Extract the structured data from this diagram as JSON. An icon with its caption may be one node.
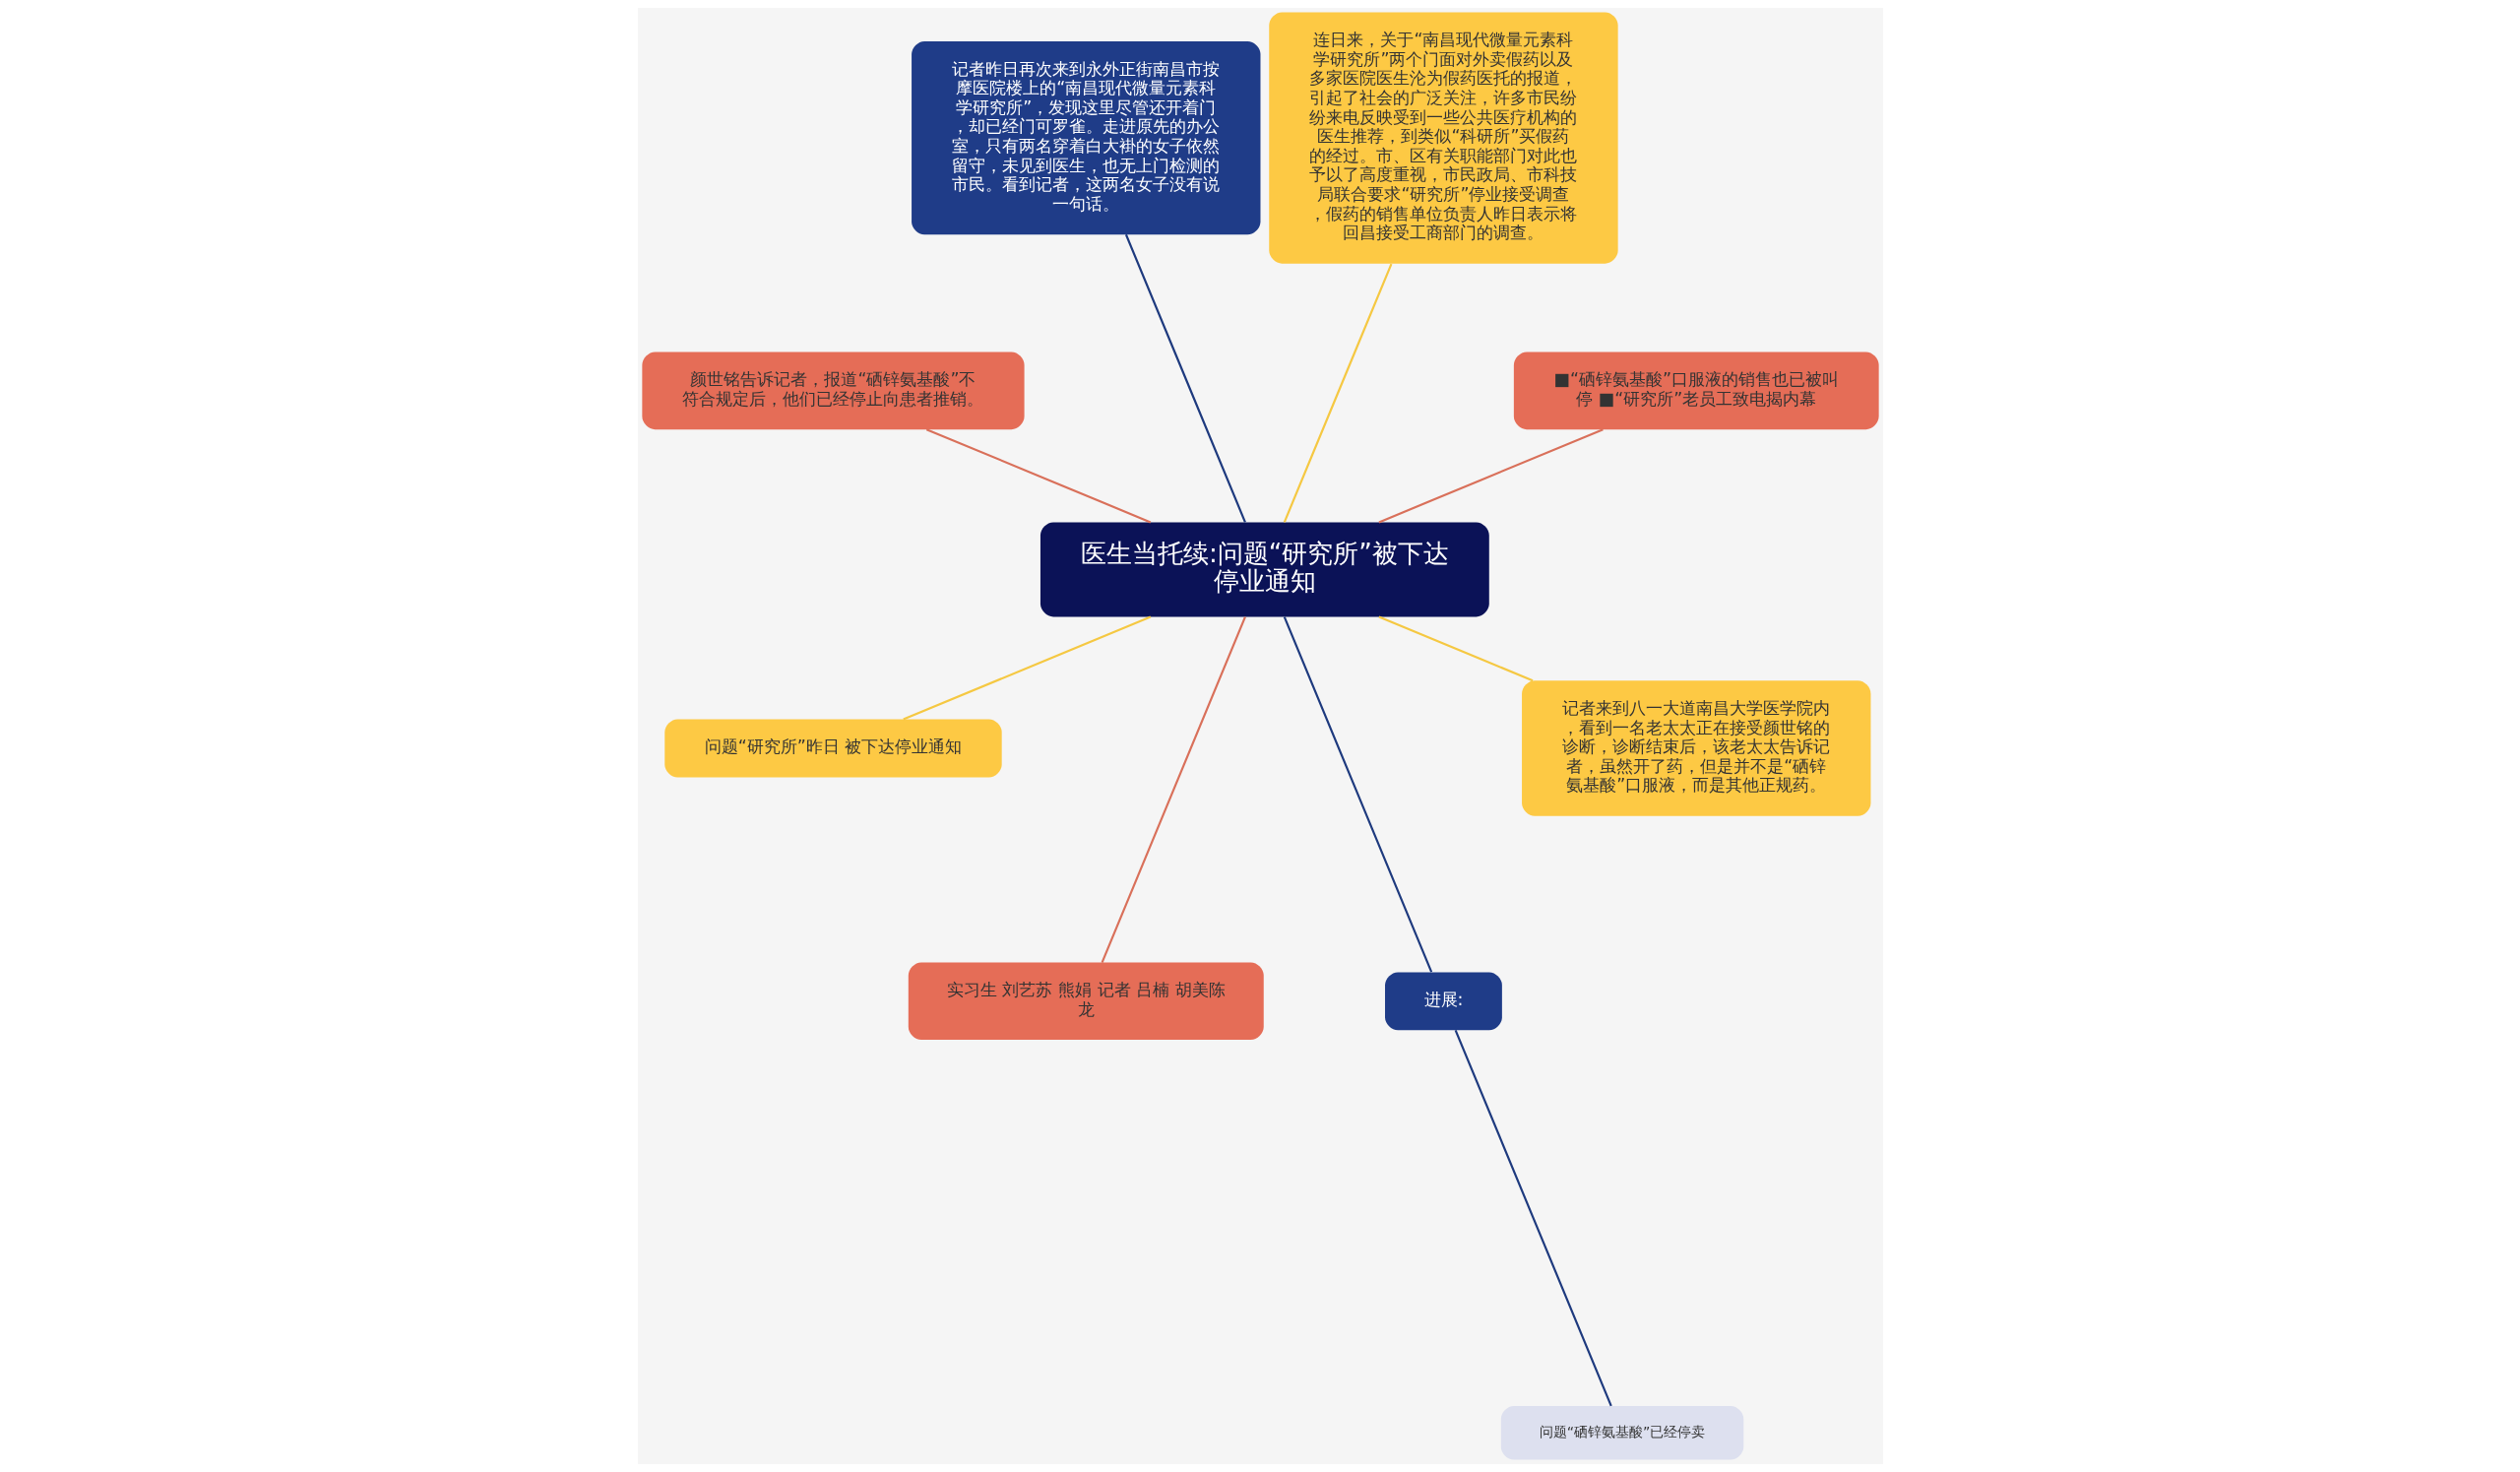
{
  "diagram": {
    "nodes": [
      {
        "text": [
          "医生当托续:问题“研究所”被下达停业通知"
        ]
      },
      {
        "text": [
          "■“硒锌氨基酸”口服液的销售也已被叫停 ■“研究所”老员工致电揭内幕"
        ]
      },
      {
        "text": [
          "连日来，关于“南昌现代微量元素科学研究所”两个门面对外卖假药以及多家医院医生沦为假药医托的报道，引起了社会的广泛关注，许多市民纷纷来电反映受到一些公共医疗机构的医生推荐，到类似“科研所”买假药的经过。市、区有关职能部门对此也予以了高度重视，市民政局、市科技局联合要求“研究所”停业接受调查，假药的销售单位负责人昨日表示将回昌接受工商部门的调查。"
        ]
      },
      {
        "text": [
          "记者昨日再次来到永外正街南昌市按摩医院楼上的“南昌现代微量元素科学研究所”，发现这里尽管还开着门，却已经门可罗雀。走进原先的办公室，只有两名穿着白大褂的女子依然留守，未见到医生，也无上门检测的市民。看到记者，这两名女子没有说一句话。"
        ]
      },
      {
        "text": [
          "颜世铭告诉记者，报道“硒锌氨基酸”不符合规定后，他们已经停止向患者推销。"
        ]
      },
      {
        "text": [
          "问题“研究所”昨日 被下达停业通知"
        ]
      },
      {
        "text": [
          "实习生 刘艺苏 熊娟 记者 吕楠 胡美陈龙"
        ]
      },
      {
        "text": [
          "进展:"
        ]
      },
      {
        "text": [
          "问题“硒锌氨基酸”已经停卖"
        ]
      },
      {
        "text": [
          "记者来到八一大道南昌大学医学院内，看到一名老太太正在接受颜世铭的诊断，诊断结束后，该老太太告诉记者，虽然开了药，但是并不是“硒锌氨基酸”口服液，而是其他正规药。"
        ]
      }
    ],
    "edges": [
      {
        "from": 0,
        "to": 1,
        "arrow": "none",
        "color": "#d9705a"
      },
      {
        "from": 0,
        "to": 2,
        "arrow": "none",
        "color": "#f5c842"
      },
      {
        "from": 0,
        "to": 3,
        "arrow": "none",
        "color": "#1e3a7e"
      },
      {
        "from": 0,
        "to": 4,
        "arrow": "none",
        "color": "#d9705a"
      },
      {
        "from": 0,
        "to": 5,
        "arrow": "none",
        "color": "#f5c842"
      },
      {
        "from": 0,
        "to": 6,
        "arrow": "none",
        "color": "#d9705a"
      },
      {
        "from": 0,
        "to": 7,
        "arrow": "none",
        "color": "#1e3a7e"
      },
      {
        "from": 7,
        "to": 8,
        "arrow": "none",
        "color": "#1e3a7e"
      },
      {
        "from": 0,
        "to": 9,
        "arrow": "none",
        "color": "#f5c842"
      }
    ]
  }
}
